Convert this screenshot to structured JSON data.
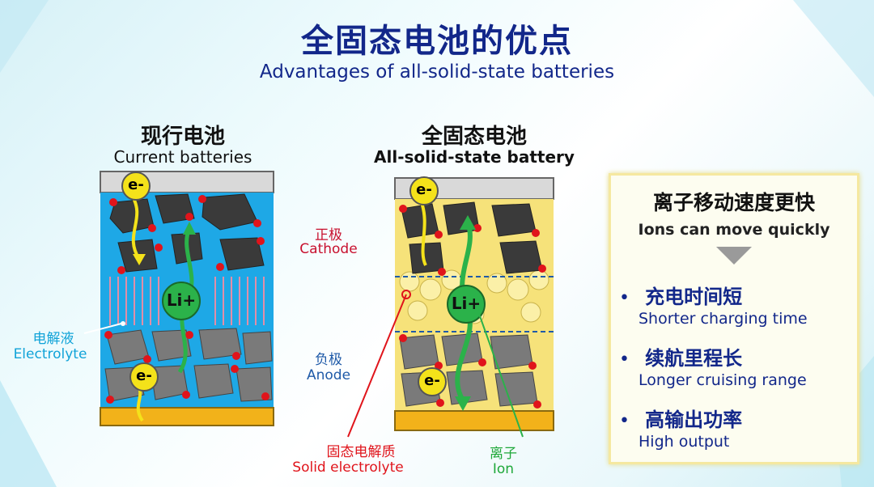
{
  "title": {
    "cn": "全固态电池的优点",
    "en": "Advantages of all-solid-state batteries"
  },
  "current": {
    "title_cn": "现行电池",
    "title_en": "Current batteries"
  },
  "solid": {
    "title_cn": "全固态电池",
    "title_en": "All-solid-state battery"
  },
  "labels": {
    "cathode_cn": "正极",
    "cathode_en": "Cathode",
    "anode_cn": "负极",
    "anode_en": "Anode",
    "electrolyte_cn": "电解液",
    "electrolyte_en": "Electrolyte",
    "solid_electrolyte_cn": "固态电解质",
    "solid_electrolyte_en": "Solid electrolyte",
    "ion_cn": "离子",
    "ion_en": "Ion"
  },
  "particles": {
    "electron": "e-",
    "lithium": "Li+"
  },
  "advantages": {
    "heading_cn": "离子移动速度更快",
    "heading_en": "Ions can move quickly",
    "items": [
      {
        "cn": "充电时间短",
        "en": "Shorter charging time"
      },
      {
        "cn": "续航里程长",
        "en": "Longer cruising range"
      },
      {
        "cn": "高输出功率",
        "en": "High output"
      }
    ]
  },
  "colors": {
    "title": "#12278a",
    "electrolyte_blue": "#1ea8e6",
    "solid_yellow": "#f6e27a",
    "cathode_particle": "#3a3a3a",
    "anode_particle": "#7a7a7a",
    "red_dot": "#e0141b",
    "lithium_green": "#2bb24a",
    "electron_yellow": "#f4e21a",
    "collector_bottom": "#f2b21a",
    "collector_top": "#d9d9d9"
  }
}
